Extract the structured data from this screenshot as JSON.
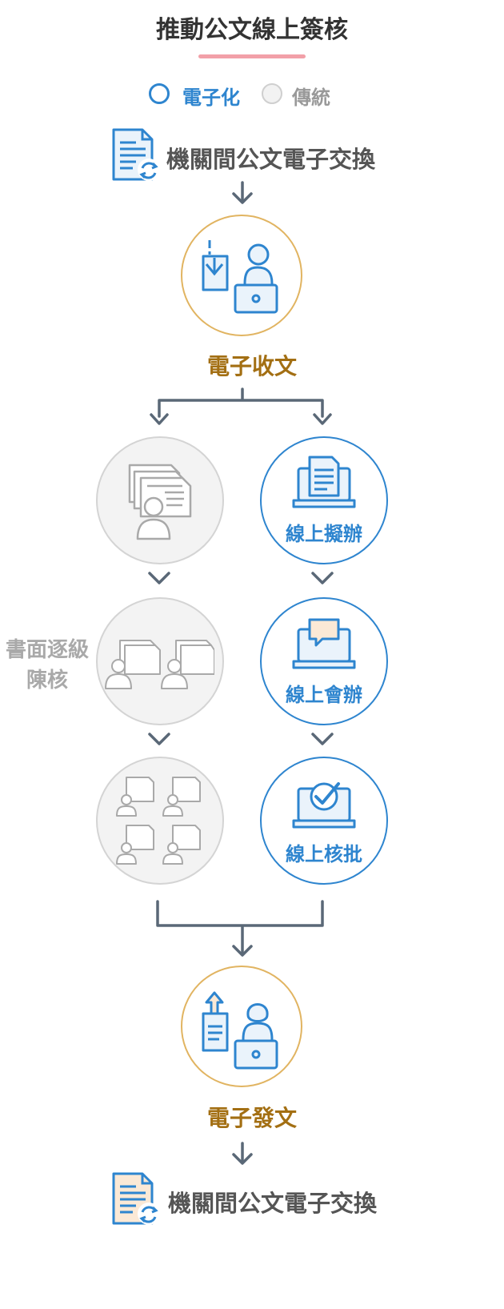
{
  "title": "推動公文線上簽核",
  "legend": {
    "electronic": "電子化",
    "traditional": "傳統"
  },
  "colors": {
    "electronic_blue": "#2e85cf",
    "traditional_grey": "#cfcfcf",
    "step_gold": "#a36f13",
    "arrow_dark": "#5a6877",
    "underline_pink": "#f2a0a8"
  },
  "exchange_top": "機關間公文電子交換",
  "receive": "電子收文",
  "traditional_flow": {
    "side_label_line1": "書面逐級",
    "side_label_line2": "陳核"
  },
  "electronic_flow": {
    "draft": "線上擬辦",
    "countersign": "線上會辦",
    "approve": "線上核批"
  },
  "dispatch": "電子發文",
  "exchange_bottom": "機關間公文電子交換"
}
